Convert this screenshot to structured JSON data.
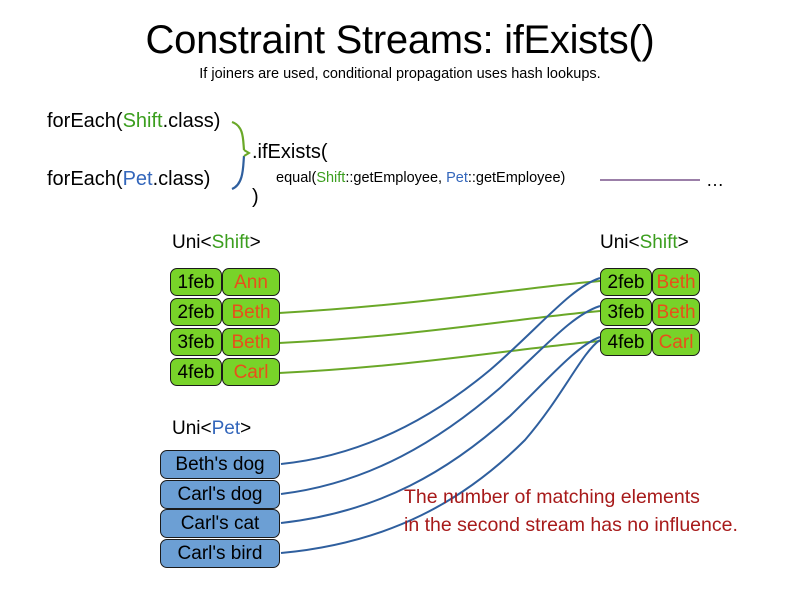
{
  "slide": {
    "title": "Constraint Streams: ifExists()",
    "subtitle": "If joiners are used, conditional propagation uses hash lookups."
  },
  "code": {
    "foreach_shift_prefix": "forEach(",
    "foreach_shift_class": "Shift",
    "foreach_shift_suffix": ".class)",
    "foreach_pet_prefix": "forEach(",
    "foreach_pet_class": "Pet",
    "foreach_pet_suffix": ".class)",
    "if_exists": ".ifExists(",
    "equal_prefix": "equal(",
    "equal_shift_class": "Shift",
    "equal_shift_method": "::getEmployee, ",
    "equal_pet_class": "Pet",
    "equal_pet_method": "::getEmployee)",
    "close_paren": ")",
    "ellipsis": "…"
  },
  "streams": {
    "left_shift": {
      "label_prefix": "Uni<",
      "label_type": "Shift",
      "label_suffix": ">",
      "rows": [
        {
          "date": "1feb",
          "name": "Ann"
        },
        {
          "date": "2feb",
          "name": "Beth"
        },
        {
          "date": "3feb",
          "name": "Beth"
        },
        {
          "date": "4feb",
          "name": "Carl"
        }
      ]
    },
    "right_shift": {
      "label_prefix": "Uni<",
      "label_type": "Shift",
      "label_suffix": ">",
      "rows": [
        {
          "date": "2feb",
          "name": "Beth"
        },
        {
          "date": "3feb",
          "name": "Beth"
        },
        {
          "date": "4feb",
          "name": "Carl"
        }
      ]
    },
    "pet": {
      "label_prefix": "Uni<",
      "label_type": "Pet",
      "label_suffix": ">",
      "rows": [
        {
          "text": "Beth's dog"
        },
        {
          "text": "Carl's dog"
        },
        {
          "text": "Carl's cat"
        },
        {
          "text": "Carl's bird"
        }
      ]
    }
  },
  "annotation": {
    "line1": "The number of matching elements",
    "line2": "in the second stream has no influence."
  },
  "colors": {
    "shift_class": "#3b9e1e",
    "pet_class": "#3366bb",
    "shift_box_fill": "#78d329",
    "shift_box_border": "#1a1a1a",
    "shift_name_text": "#e8501a",
    "pet_box_fill": "#6c9fd4",
    "pet_box_border": "#1a1a1a",
    "green_wire": "#6aa828",
    "blue_wire": "#2f5f9e",
    "equal_wire": "#9b7fa8",
    "annotation_text": "#a71a1a"
  }
}
